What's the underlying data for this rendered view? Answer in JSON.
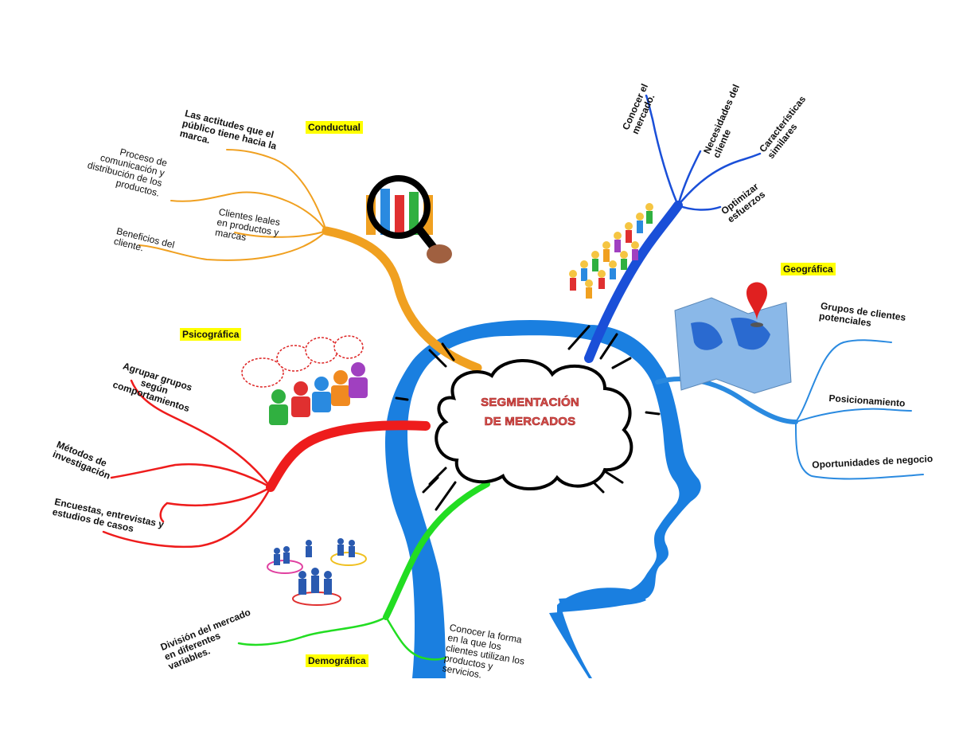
{
  "center": {
    "line1": "SEGMENTACIÓN",
    "line2": "DE MERCADOS"
  },
  "colors": {
    "head": "#1a7fe0",
    "conductual": "#f0a020",
    "necesidades": "#1a4fd8",
    "geografica": "#2a8ae0",
    "psicografica": "#ee1c1c",
    "demografica": "#22dd22",
    "highlight": "#ffff00"
  },
  "branches": {
    "conductual": {
      "title": "Conductual",
      "items": [
        "Las actitudes que el\npúblico tiene hacia la\nmarca.",
        "Proceso de\ncomunicación y\ndistribución de los\nproductos.",
        "Clientes leales\nen  productos y\nmarcas",
        "Beneficios del\ncliente."
      ],
      "icon": "magnifier-people-icon"
    },
    "necesidades": {
      "items": [
        "Conocer el\nmercado.",
        "Necesidades del\ncliente",
        "Características\nsimilares",
        "Optimizar\nesfuerzos"
      ],
      "icon": "people-crowd-icon"
    },
    "geografica": {
      "title": "Geográfica",
      "items": [
        "Grupos de clientes\npotenciales",
        "Posicionamiento",
        "Oportunidades de negocio"
      ],
      "icon": "map-pin-icon"
    },
    "psicografica": {
      "title": "Psicográfica",
      "items": [
        "Agrupar grupos\nsegún\ncomportamientos",
        "Métodos de\ninvestigación",
        "Encuestas, entrevistas y\nestudios de casos"
      ],
      "icon": "people-thinking-icon"
    },
    "demografica": {
      "title": "Demográfica",
      "items": [
        "División del mercado\nen diferentes\nvariables.",
        "Conocer la forma\nen la que los\nclientes utilizan los\nproductos y\nservicios."
      ],
      "icon": "people-groups-icon"
    }
  }
}
